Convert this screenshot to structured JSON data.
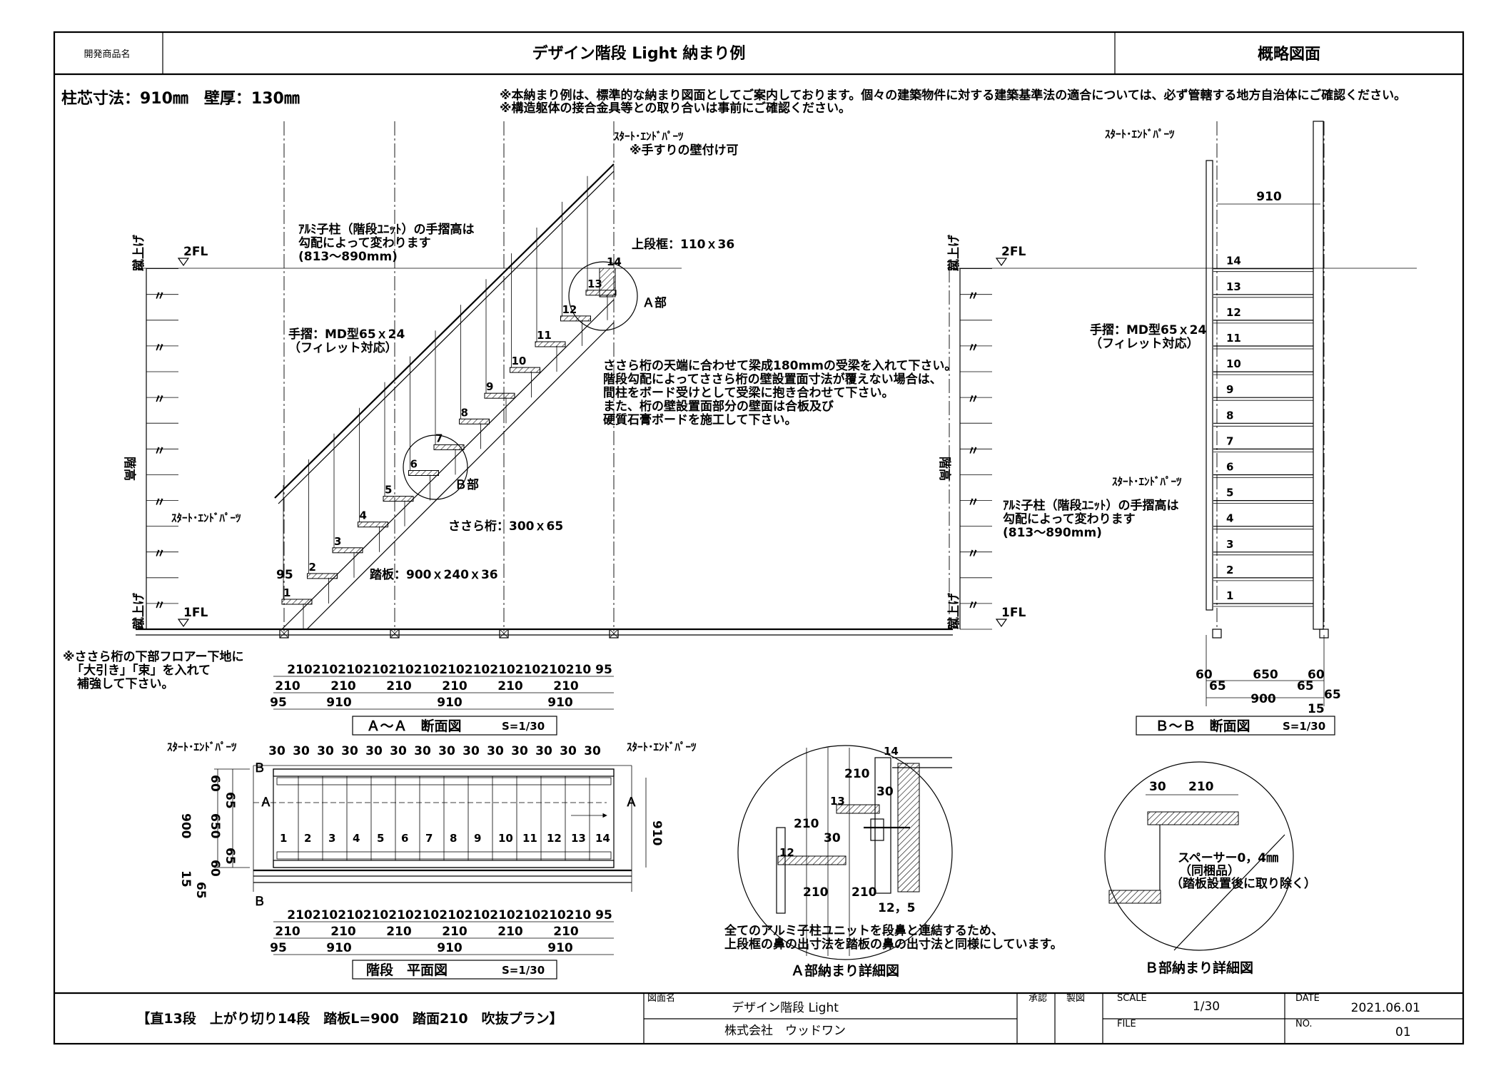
{
  "title_block": {
    "product_label": "開発商品名",
    "title": "デザイン階段 Light 納まり例",
    "drawing_type": "概略図面",
    "plan_name": "【直13段　上がり切り14段　踏板L=900　踏面210　吹抜プラン】",
    "drawing_name_label": "図面名",
    "drawing_name": "デザイン階段 Light",
    "company": "株式会社　ウッドワン",
    "approved_label": "承認",
    "drawn_label": "製図",
    "scale_label": "SCALE",
    "scale": "1/30",
    "file_label": "FILE",
    "date_label": "DATE",
    "date": "2021.06.01",
    "no_label": "NO.",
    "no": "01"
  },
  "header_dims": "柱芯寸法：910㎜　壁厚：130㎜",
  "notes": [
    "※本納まり例は、標準的な納まり図面としてご案内しております。個々の建築物件に対する建築基準法の適合については、必ず管轄する地方自治体にご確認ください。",
    "※構造躯体の接合金具等との取り合いは事前にご確認ください。"
  ],
  "section_aa": {
    "title": "Ａ～Ａ　断面図",
    "scale": "S=1/30",
    "fl_top": "2FL",
    "fl_bottom": "1FL",
    "side_label": "階高",
    "rise_label": "蹴上げ",
    "ditto": "〃",
    "callouts": {
      "start_end_top": "ｽﾀｰﾄ･ｴﾝﾄﾞﾊﾟｰﾂ",
      "wall_mount": "※手すりの壁付け可",
      "baluster_1": "ｱﾙﾐ子柱（階段ﾕﾆｯﾄ）の手摺高は",
      "baluster_2": "勾配によって変わります",
      "baluster_3": "(813～890mm)",
      "landing": "上段框：110ｘ36",
      "handrail_1": "手摺：MD型65ｘ24",
      "handrail_2": "（フィレット対応）",
      "part_a": "Ａ部",
      "part_b": "Ｂ部",
      "stringer": "ささら桁：300ｘ65",
      "tread": "踏板：900ｘ240ｘ36",
      "start_end_bottom": "ｽﾀｰﾄ･ｴﾝﾄﾞﾊﾟｰﾂ",
      "ninety_five": "95",
      "note_1": "ささら桁の天端に合わせて梁成180mmの受梁を入れて下さい。",
      "note_2": "階段勾配によってささら桁の壁設置面寸法が覆えない場合は、",
      "note_3": "間柱をボード受けとして受梁に抱き合わせて下さい。",
      "note_4": "また、桁の壁設置面部分の壁面は合板及び",
      "note_5": "硬質石膏ボードを施工して下さい。",
      "floor_note_1": "※ささら桁の下部フロアー下地に",
      "floor_note_2": "「大引き」「束」を入れて",
      "floor_note_3": "補強して下さい。"
    },
    "step_labels": [
      "1",
      "2",
      "3",
      "4",
      "5",
      "6",
      "7",
      "8",
      "9",
      "10",
      "11",
      "12",
      "13",
      "14"
    ],
    "dims_row1": [
      "210",
      "210",
      "210",
      "210",
      "210",
      "210",
      "210",
      "210",
      "210",
      "210",
      "210",
      "210",
      "95"
    ],
    "dims_row2": [
      "210",
      "210",
      "210",
      "210",
      "210",
      "210"
    ],
    "dims_row3": [
      "95",
      "910",
      "910",
      "910"
    ]
  },
  "section_bb": {
    "title": "Ｂ～Ｂ　断面図",
    "scale": "S=1/30",
    "fl_top": "2FL",
    "fl_bottom": "1FL",
    "side_label": "階高",
    "rise_label": "蹴上げ",
    "start_end_top": "ｽﾀｰﾄ･ｴﾝﾄﾞﾊﾟｰﾂ",
    "start_end_mid": "ｽﾀｰﾄ･ｴﾝﾄﾞﾊﾟｰﾂ",
    "width_910": "910",
    "handrail_1": "手摺：MD型65ｘ24",
    "handrail_2": "（フィレット対応）",
    "baluster_1": "ｱﾙﾐ子柱（階段ﾕﾆｯﾄ）の手摺高は",
    "baluster_2": "勾配によって変わります",
    "baluster_3": "(813～890mm)",
    "step_labels": [
      "1",
      "2",
      "3",
      "4",
      "5",
      "6",
      "7",
      "8",
      "9",
      "10",
      "11",
      "12",
      "13",
      "14"
    ],
    "dims": {
      "d60a": "60",
      "d650": "650",
      "d60b": "60",
      "d65a": "65",
      "d65b": "65",
      "d65c": "65",
      "d900": "900",
      "d15": "15"
    }
  },
  "plan": {
    "title": "階段　平面図",
    "scale": "S=1/30",
    "start_end_left": "ｽﾀｰﾄ･ｴﾝﾄﾞﾊﾟｰﾂ",
    "start_end_right": "ｽﾀｰﾄ･ｴﾝﾄﾞﾊﾟｰﾂ",
    "top_dims": [
      "30",
      "30",
      "30",
      "30",
      "30",
      "30",
      "30",
      "30",
      "30",
      "30",
      "30",
      "30",
      "30",
      "30"
    ],
    "left_dims": {
      "d60a": "60",
      "d65a": "65",
      "d650": "650",
      "d65b": "65",
      "d60b": "60",
      "d900": "900",
      "d15": "15",
      "d65c": "65"
    },
    "right_dim": "910",
    "marker_a": "Ａ",
    "marker_b": "Ｂ",
    "step_labels": [
      "1",
      "2",
      "3",
      "4",
      "5",
      "6",
      "7",
      "8",
      "9",
      "10",
      "11",
      "12",
      "13",
      "14"
    ],
    "dims_row1": [
      "210",
      "210",
      "210",
      "210",
      "210",
      "210",
      "210",
      "210",
      "210",
      "210",
      "210",
      "210",
      "95"
    ],
    "dims_row2": [
      "210",
      "210",
      "210",
      "210",
      "210",
      "210"
    ],
    "dims_row3": [
      "95",
      "910",
      "910",
      "910"
    ]
  },
  "detail_a": {
    "title": "Ａ部納まり詳細図",
    "labels": {
      "s14": "14",
      "s13": "13",
      "s12": "12",
      "d210a": "210",
      "d30a": "30",
      "d30b": "30",
      "d210b": "210",
      "d210c": "210",
      "d210d": "210",
      "d125": "12，5"
    },
    "note_1": "全てのアルミ子柱ユニットを段鼻と連結するため、",
    "note_2": "上段框の鼻の出寸法を踏板の鼻の出寸法と同様にしています。"
  },
  "detail_b": {
    "title": "Ｂ部納まり詳細図",
    "d30": "30",
    "d210": "210",
    "spacer_1": "スペーサー0，4㎜",
    "spacer_2": "（同梱品）",
    "spacer_3": "（踏板設置後に取り除く）"
  }
}
